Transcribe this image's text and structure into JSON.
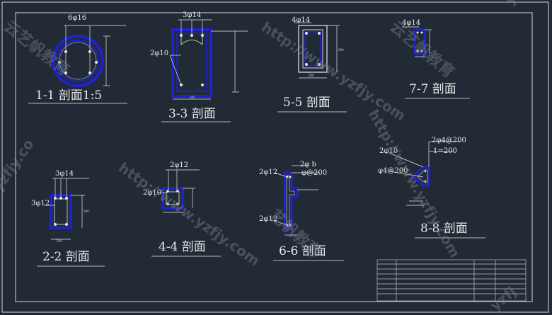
{
  "sections": [
    {
      "title": "1-1  剖面1:5",
      "rebar": [
        "6φ16"
      ]
    },
    {
      "title": "3-3  剖面",
      "rebar": [
        "3φ14",
        "2φ10"
      ]
    },
    {
      "title": "5-5  剖面",
      "rebar": [
        "4φ14"
      ]
    },
    {
      "title": "7-7  剖面",
      "rebar": [
        "4φ14"
      ]
    },
    {
      "title": "2-2  剖面",
      "rebar": [
        "3φ14",
        "3φ12"
      ]
    },
    {
      "title": "4-4  剖面",
      "rebar": [
        "2φ12",
        "2φ10"
      ]
    },
    {
      "title": "6-6  剖面",
      "rebar": [
        "2φ b",
        "φ@200",
        "2φ12",
        "2φ12"
      ]
    },
    {
      "title": "8-8  剖面",
      "rebar": [
        "2φ4@200",
        "1=200",
        "2φ10",
        "φ4@200"
      ]
    }
  ],
  "watermark": {
    "url": "http://www.yzfjy.com",
    "brand": "云艺帆教育",
    "fragments": [
      "yzfj",
      "yzfjy.co",
      "艺帆教育",
      "http:/"
    ]
  },
  "colors": {
    "background": "#222a35",
    "lines": "#e8e8e8",
    "concrete": "#1e22d0",
    "frame": "#d8d8d8"
  }
}
